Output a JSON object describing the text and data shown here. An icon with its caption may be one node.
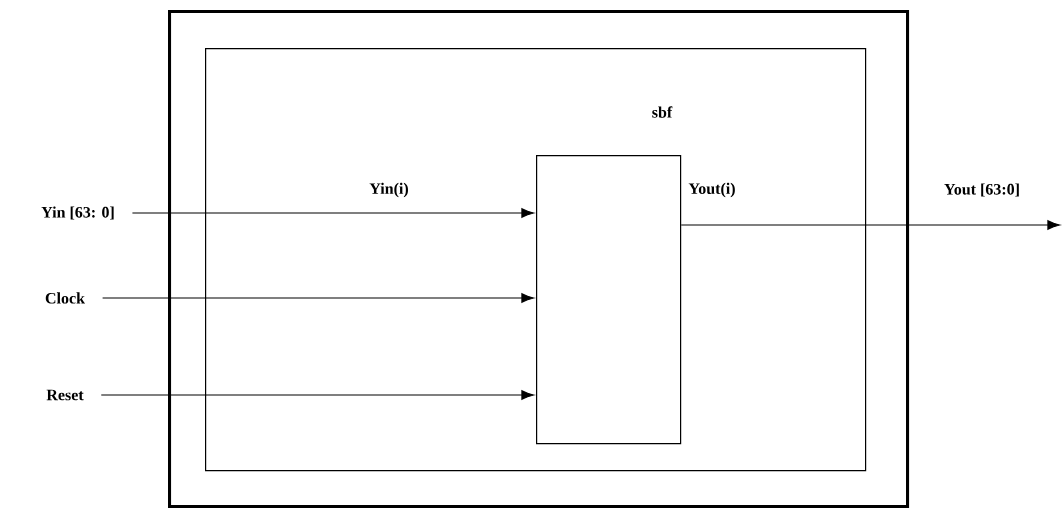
{
  "diagram": {
    "nodes": [
      {
        "text": [],
        "shape": "box"
      },
      {
        "text": [],
        "shape": "box",
        "in": 0
      },
      {
        "text": [
          "sbf"
        ],
        "in": 1
      },
      {
        "text": [
          "Yin [63: 0]"
        ]
      },
      {
        "text": [
          "Clock"
        ]
      },
      {
        "text": [
          "Reset"
        ]
      }
    ],
    "edges": [
      {
        "from": 3,
        "to": 2,
        "arrow": "to",
        "label": "Yin(i)"
      },
      {
        "from": 4,
        "to": 2,
        "arrow": "to"
      },
      {
        "from": 5,
        "to": 2,
        "arrow": "to"
      },
      {
        "from": 2,
        "to": null,
        "arrow": "to",
        "label": "Yout(i)"
      }
    ],
    "labels": [
      "Yout [63:0]"
    ]
  }
}
